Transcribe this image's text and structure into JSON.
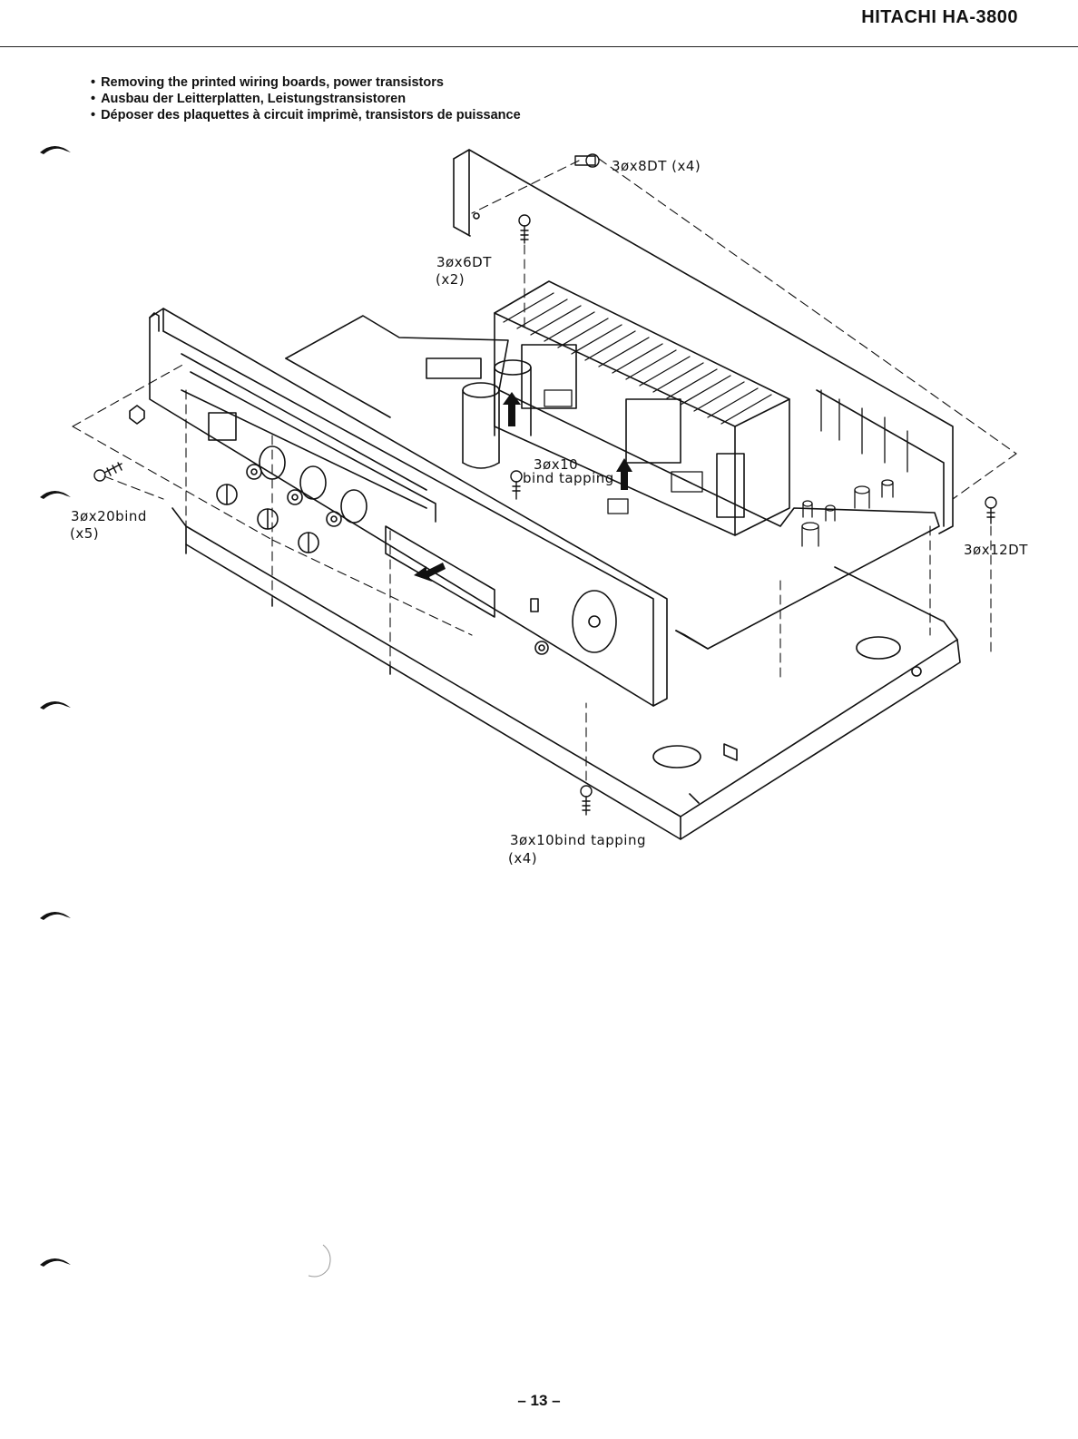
{
  "header": {
    "title": "HITACHI HA-3800"
  },
  "instructions": [
    "Removing the printed wiring boards, power transistors",
    "Ausbau der Leitterplatten, Leistungstransistoren",
    "Déposer des plaquettes à circuit imprimè, transistors de puissance"
  ],
  "diagram": {
    "screw_labels": {
      "top": "3øx8DT (x4)",
      "heatsink_line1": "3øx6DT",
      "heatsink_line2": "(x2)",
      "center_line1": "3øx10",
      "center_line2": "bind tapping",
      "left_line1": "3øx20bind",
      "left_line2": "(x5)",
      "right": "3øx12DT",
      "bottom_line1": "3øx10bind tapping",
      "bottom_line2": "(x4)"
    }
  },
  "footer": {
    "page_number": "– 13 –"
  }
}
